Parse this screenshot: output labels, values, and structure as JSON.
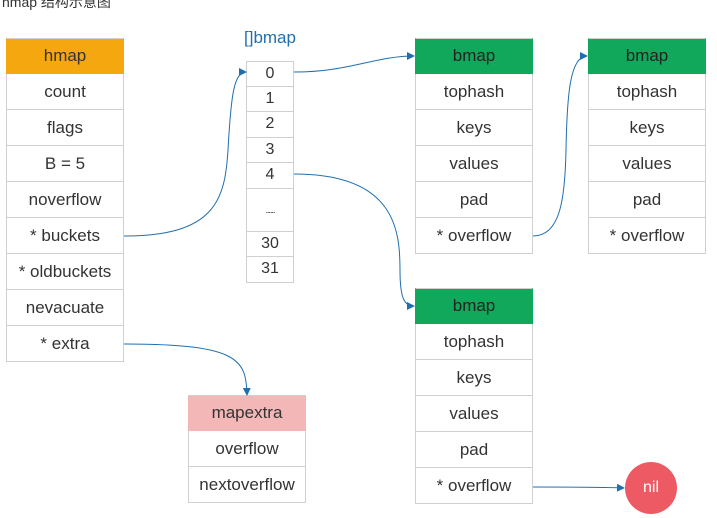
{
  "caption": "hmap 结构示意图",
  "hmap": {
    "header": "hmap",
    "fields": [
      "count",
      "flags",
      "B = 5",
      "noverflow",
      "* buckets",
      "* oldbuckets",
      "nevacuate",
      "* extra"
    ]
  },
  "bucket_array": {
    "title": "[]bmap",
    "cells": [
      "0",
      "1",
      "2",
      "3",
      "4",
      "......",
      "30",
      "31"
    ]
  },
  "bmap_a": {
    "header": "bmap",
    "fields": [
      "tophash",
      "keys",
      "values",
      "pad",
      "* overflow"
    ]
  },
  "bmap_b": {
    "header": "bmap",
    "fields": [
      "tophash",
      "keys",
      "values",
      "pad",
      "* overflow"
    ]
  },
  "bmap_c": {
    "header": "bmap",
    "fields": [
      "tophash",
      "keys",
      "values",
      "pad",
      "* overflow"
    ]
  },
  "mapextra": {
    "header": "mapextra",
    "fields": [
      "overflow",
      "nextoverflow"
    ]
  },
  "nil_node": "nil",
  "colors": {
    "hmap_header": "#f5a70f",
    "bmap_header": "#12a85b",
    "mapextra_header": "#f4b7b7",
    "nil": "#ee5a64",
    "arrow": "#1f6fb0"
  }
}
